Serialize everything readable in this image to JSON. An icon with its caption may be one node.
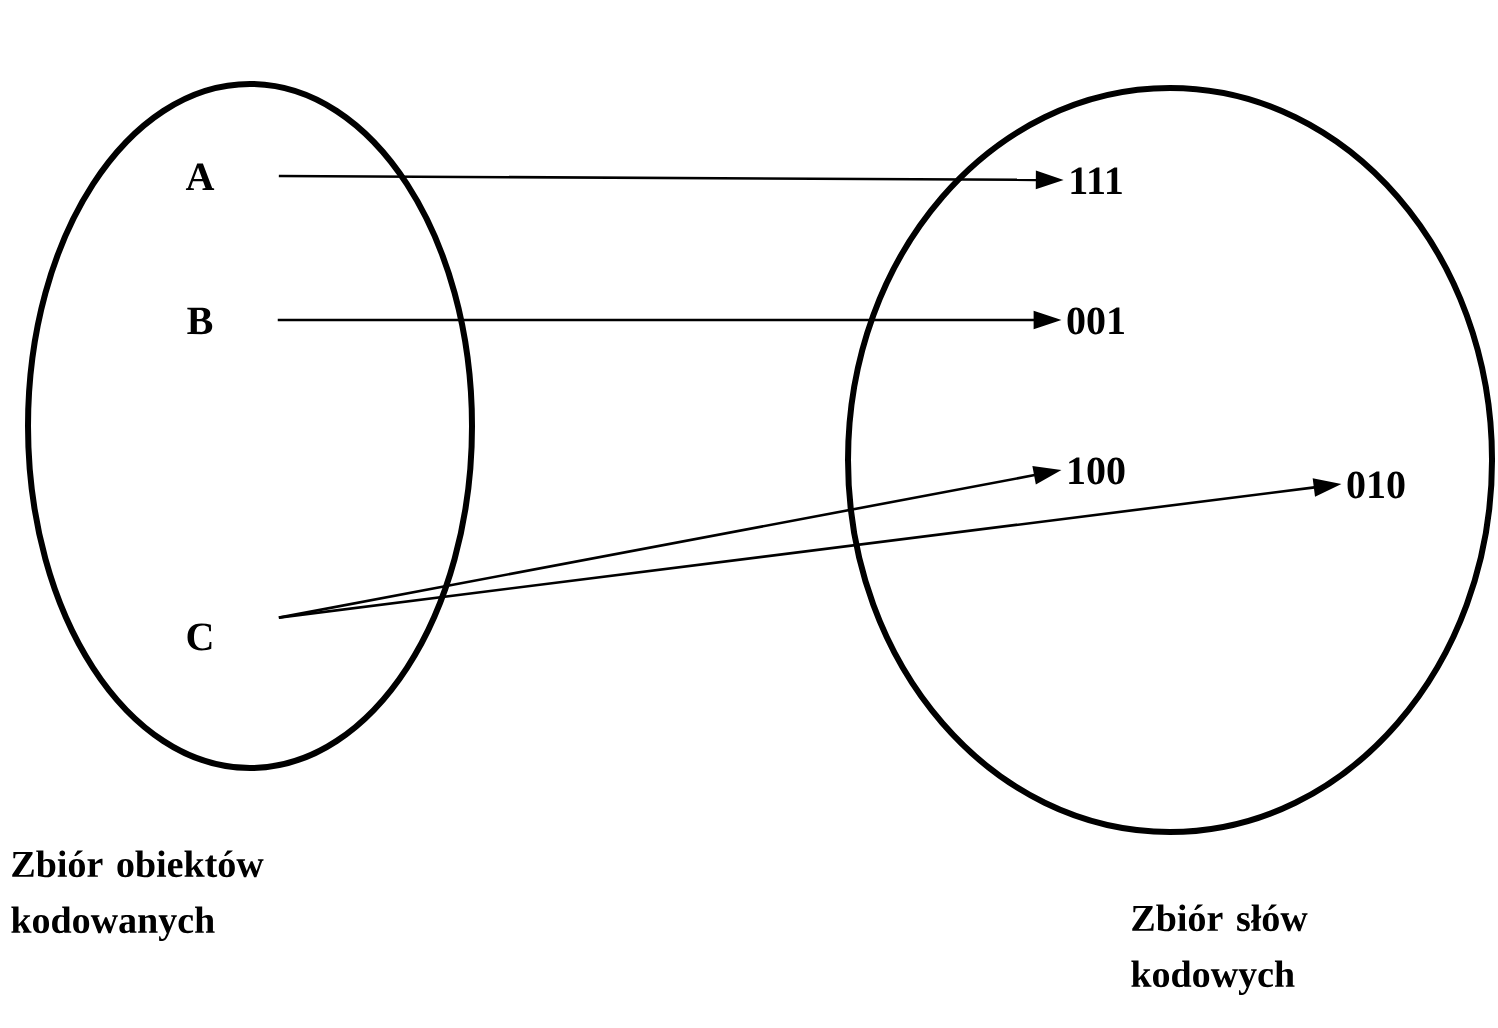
{
  "diagram": {
    "nodes": [
      {
        "text": [
          "Zbiór obiektów kodowanych"
        ]
      },
      {
        "text": [
          "A"
        ],
        "in": 0
      },
      {
        "text": [
          "B"
        ],
        "in": 0
      },
      {
        "text": [
          "C"
        ],
        "in": 0
      },
      {
        "text": [
          "Zbiór słów kodowych"
        ]
      },
      {
        "text": [
          "111"
        ],
        "in": 4
      },
      {
        "text": [
          "001"
        ],
        "in": 4
      },
      {
        "text": [
          "100"
        ],
        "in": 4
      },
      {
        "text": [
          "010"
        ],
        "in": 4
      }
    ],
    "edges": [
      {
        "from": 1,
        "to": 5,
        "arrow": "to"
      },
      {
        "from": 2,
        "to": 6,
        "arrow": "to"
      },
      {
        "from": 3,
        "to": 7,
        "arrow": "to"
      },
      {
        "from": 3,
        "to": 8,
        "arrow": "to"
      }
    ]
  }
}
